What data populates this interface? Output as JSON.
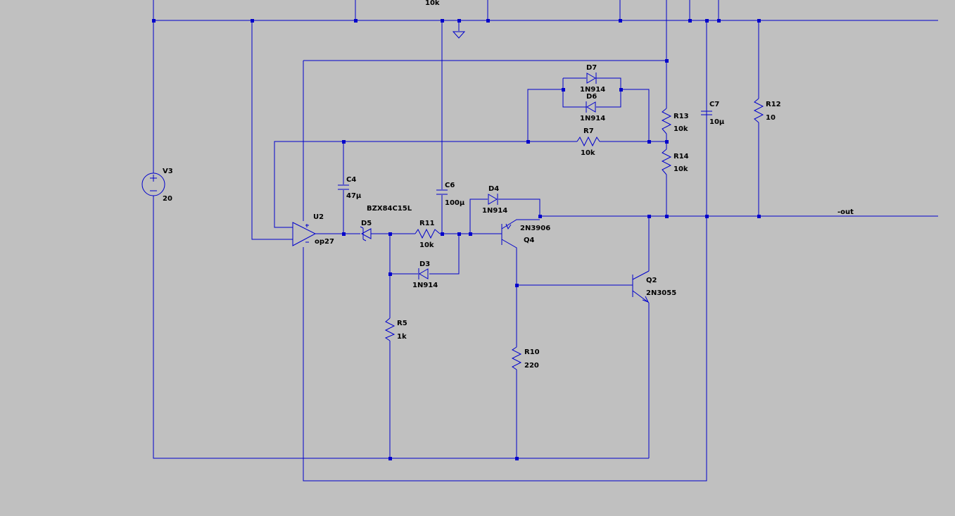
{
  "labels": {
    "top_value": "10k",
    "V3": {
      "name": "V3",
      "value": "20"
    },
    "U2": {
      "name": "U2",
      "value": "op27"
    },
    "C4": {
      "name": "C4",
      "value": "47µ"
    },
    "C6": {
      "name": "C6",
      "value": "100µ"
    },
    "C7": {
      "name": "C7",
      "value": "10µ"
    },
    "D5": {
      "name": "D5",
      "value": "BZX84C15L"
    },
    "R11": {
      "name": "R11",
      "value": "10k"
    },
    "D3": {
      "name": "D3",
      "value": "1N914"
    },
    "R5": {
      "name": "R5",
      "value": "1k"
    },
    "D4": {
      "name": "D4",
      "value": "1N914"
    },
    "Q4": {
      "name": "Q4",
      "value": "2N3906"
    },
    "Q2": {
      "name": "Q2",
      "value": "2N3055"
    },
    "R10": {
      "name": "R10",
      "value": "220"
    },
    "R7": {
      "name": "R7",
      "value": "10k"
    },
    "D7": {
      "name": "D7",
      "value": "1N914"
    },
    "D6": {
      "name": "D6",
      "value": "1N914"
    },
    "R13": {
      "name": "R13",
      "value": "10k"
    },
    "R14": {
      "name": "R14",
      "value": "10k"
    },
    "R12": {
      "name": "R12",
      "value": "10"
    },
    "net_out": "-out"
  },
  "colors": {
    "background": "#c0c0c0",
    "wire": "#0000cc",
    "text": "#000000"
  }
}
